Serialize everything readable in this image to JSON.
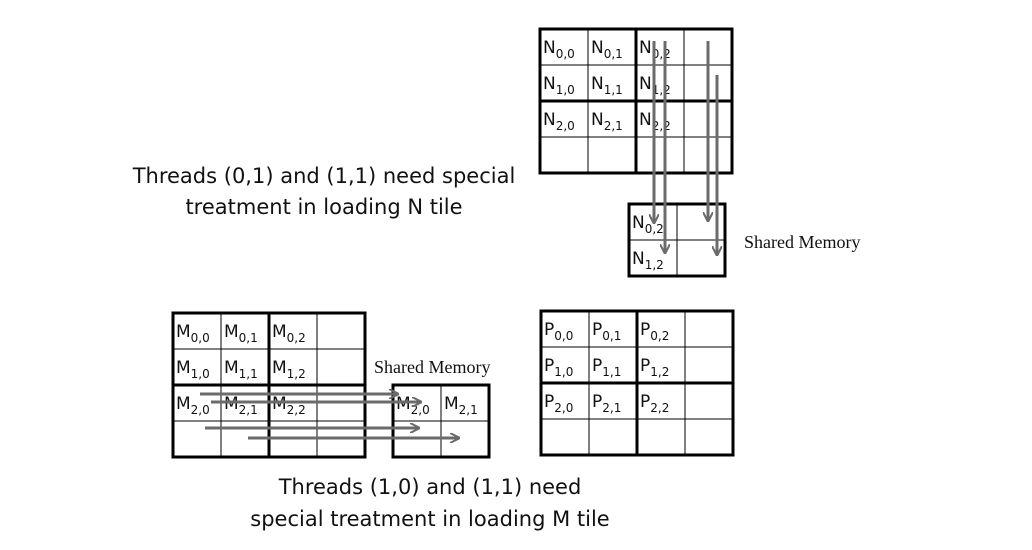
{
  "captions": {
    "n_tile_line1": "Threads (0,1) and (1,1) need special",
    "n_tile_line2": "treatment in loading N tile",
    "m_tile_line1": "Threads (1,0) and (1,1) need",
    "m_tile_line2": "special treatment in loading M tile"
  },
  "labels": {
    "shared_memory_n": "Shared Memory",
    "shared_memory_m": "Shared Memory"
  },
  "matrices": {
    "N": {
      "letter": "N",
      "cells": [
        [
          "0,0",
          "0,1",
          "0,2",
          ""
        ],
        [
          "1,0",
          "1,1",
          "1,2",
          ""
        ],
        [
          "2,0",
          "2,1",
          "2,2",
          ""
        ],
        [
          "",
          "",
          "",
          ""
        ]
      ]
    },
    "M": {
      "letter": "M",
      "cells": [
        [
          "0,0",
          "0,1",
          "0,2",
          ""
        ],
        [
          "1,0",
          "1,1",
          "1,2",
          ""
        ],
        [
          "2,0",
          "2,1",
          "2,2",
          ""
        ],
        [
          "",
          "",
          "",
          ""
        ]
      ]
    },
    "P": {
      "letter": "P",
      "cells": [
        [
          "0,0",
          "0,1",
          "0,2",
          ""
        ],
        [
          "1,0",
          "1,1",
          "1,2",
          ""
        ],
        [
          "2,0",
          "2,1",
          "2,2",
          ""
        ],
        [
          "",
          "",
          "",
          ""
        ]
      ]
    },
    "N_shared": {
      "letter": "N",
      "cells": [
        [
          "0,2",
          ""
        ],
        [
          "1,2",
          ""
        ]
      ]
    },
    "M_shared": {
      "letter": "M",
      "cells": [
        [
          "2,0",
          "2,1"
        ],
        [
          "",
          ""
        ]
      ]
    }
  },
  "colors": {
    "arrow": "#6b6b6b",
    "grid": "#000000"
  }
}
